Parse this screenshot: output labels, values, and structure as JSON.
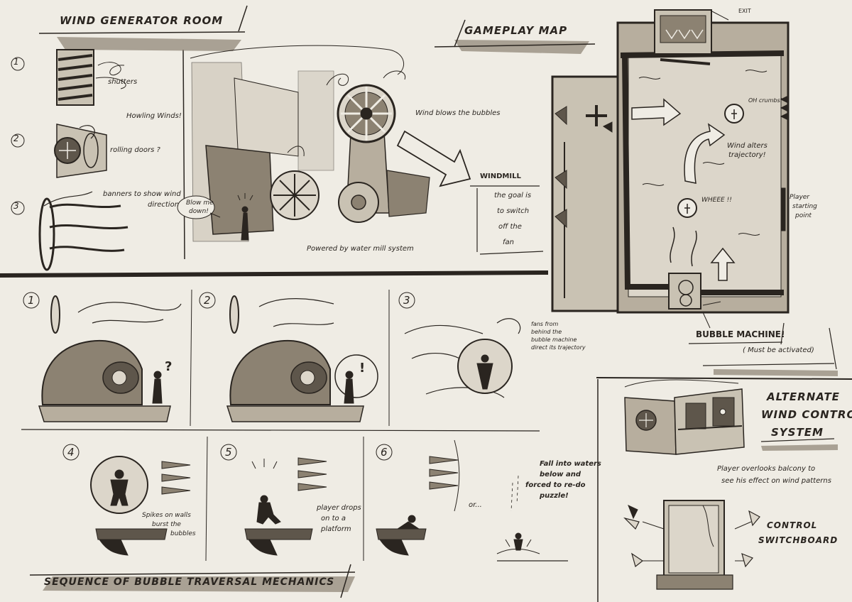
{
  "sections": {
    "wind_room": "WIND GENERATOR ROOM",
    "gameplay_map": "GAMEPLAY MAP",
    "sequence": "SEQUENCE OF BUBBLE TRAVERSAL MECHANICS",
    "alternate_l1": "ALTERNATE",
    "alternate_l2": "WIND CONTROL",
    "alternate_l3": "SYSTEM"
  },
  "wind_room": {
    "num1": "1",
    "num2": "2",
    "num3": "3",
    "shutters": "shutters",
    "howling": "Howling Winds!",
    "rolling": "rolling doors ?",
    "banners_l1": "banners to show wind",
    "banners_l2": "direction",
    "wind_blows": "Wind blows the bubbles",
    "windmill": "WINDMILL",
    "goal_l1": "the goal is",
    "goal_l2": "to switch",
    "goal_l3": "off the",
    "goal_l4": "fan",
    "blowme_l1": "Blow me",
    "blowme_l2": "down!",
    "powered": "Powered by water mill system"
  },
  "map": {
    "exit": "EXIT",
    "oh_crumbs": "OH crumbs!",
    "wind_alters_l1": "Wind alters",
    "wind_alters_l2": "trajectory!",
    "wheee": "WHEEE !!",
    "player_l1": "Player",
    "player_l2": "starting",
    "player_l3": "point",
    "bubble_machine": "BUBBLE MACHINE!",
    "must_be": "( Must be activated)"
  },
  "sequence": {
    "n1": "1",
    "n2": "2",
    "n3": "3",
    "n4": "4",
    "n5": "5",
    "n6": "6",
    "fans_l1": "fans from",
    "fans_l2": "behind the",
    "fans_l3": "bubble machine",
    "fans_l4": "direct its trajectory",
    "spikes_l1": "Spikes on walls",
    "spikes_l2": "burst the",
    "spikes_l3": "bubbles",
    "drops_l1": "player drops",
    "drops_l2": "on to a",
    "drops_l3": "platform",
    "or": "or...",
    "fall_l1": "Fall into waters",
    "fall_l2": "below and",
    "fall_l3": "forced to re-do",
    "fall_l4": "puzzle!",
    "q": "?",
    "ex": "!"
  },
  "alternate": {
    "overlooks_l1": "Player overlooks balcony to",
    "overlooks_l2": "see his effect on wind patterns",
    "control_l1": "CONTROL",
    "control_l2": "SWITCHBOARD"
  },
  "colors": {
    "paper": "#efece4",
    "ink": "#2a2520",
    "sepia": "#8c8272",
    "sepia_light": "#c9c2b3",
    "sepia_dark": "#5e564b"
  }
}
